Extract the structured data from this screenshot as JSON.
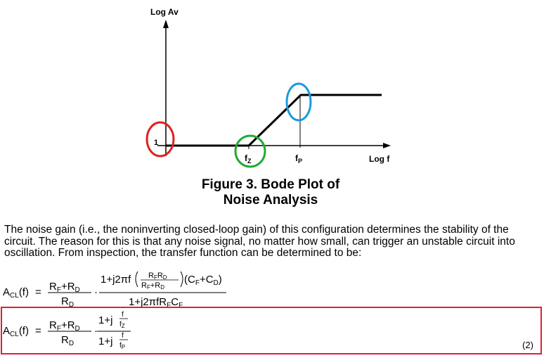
{
  "figure": {
    "y_axis_label": "Log Av",
    "x_axis_label": "Log f",
    "y_tick_1": "1",
    "fz_main": "f",
    "fz_sub": "Z",
    "fp_main": "f",
    "fp_sub": "P",
    "caption_line1": "Figure 3. Bode Plot of",
    "caption_line2": "Noise Analysis",
    "highlight_colors": {
      "unity": "#e02020",
      "zero": "#22aa33",
      "pole": "#1a9be0"
    }
  },
  "paragraph": {
    "line1": "The noise gain (i.e., the noninverting closed-loop gain) of this configuration determines the stability of the",
    "line2": "circuit. The reason for this is that any noise signal, no matter how small, can trigger an unstable circuit into",
    "line3": "oscillation. From inspection, the transfer function can be determined to be:"
  },
  "equations": {
    "eq1_lhs": "A",
    "eq1_lhs_sub": "CL",
    "eq1_lhs_arg": "(f)",
    "equals": "=",
    "eq_number": "(2)",
    "box_color": "#e02030"
  }
}
